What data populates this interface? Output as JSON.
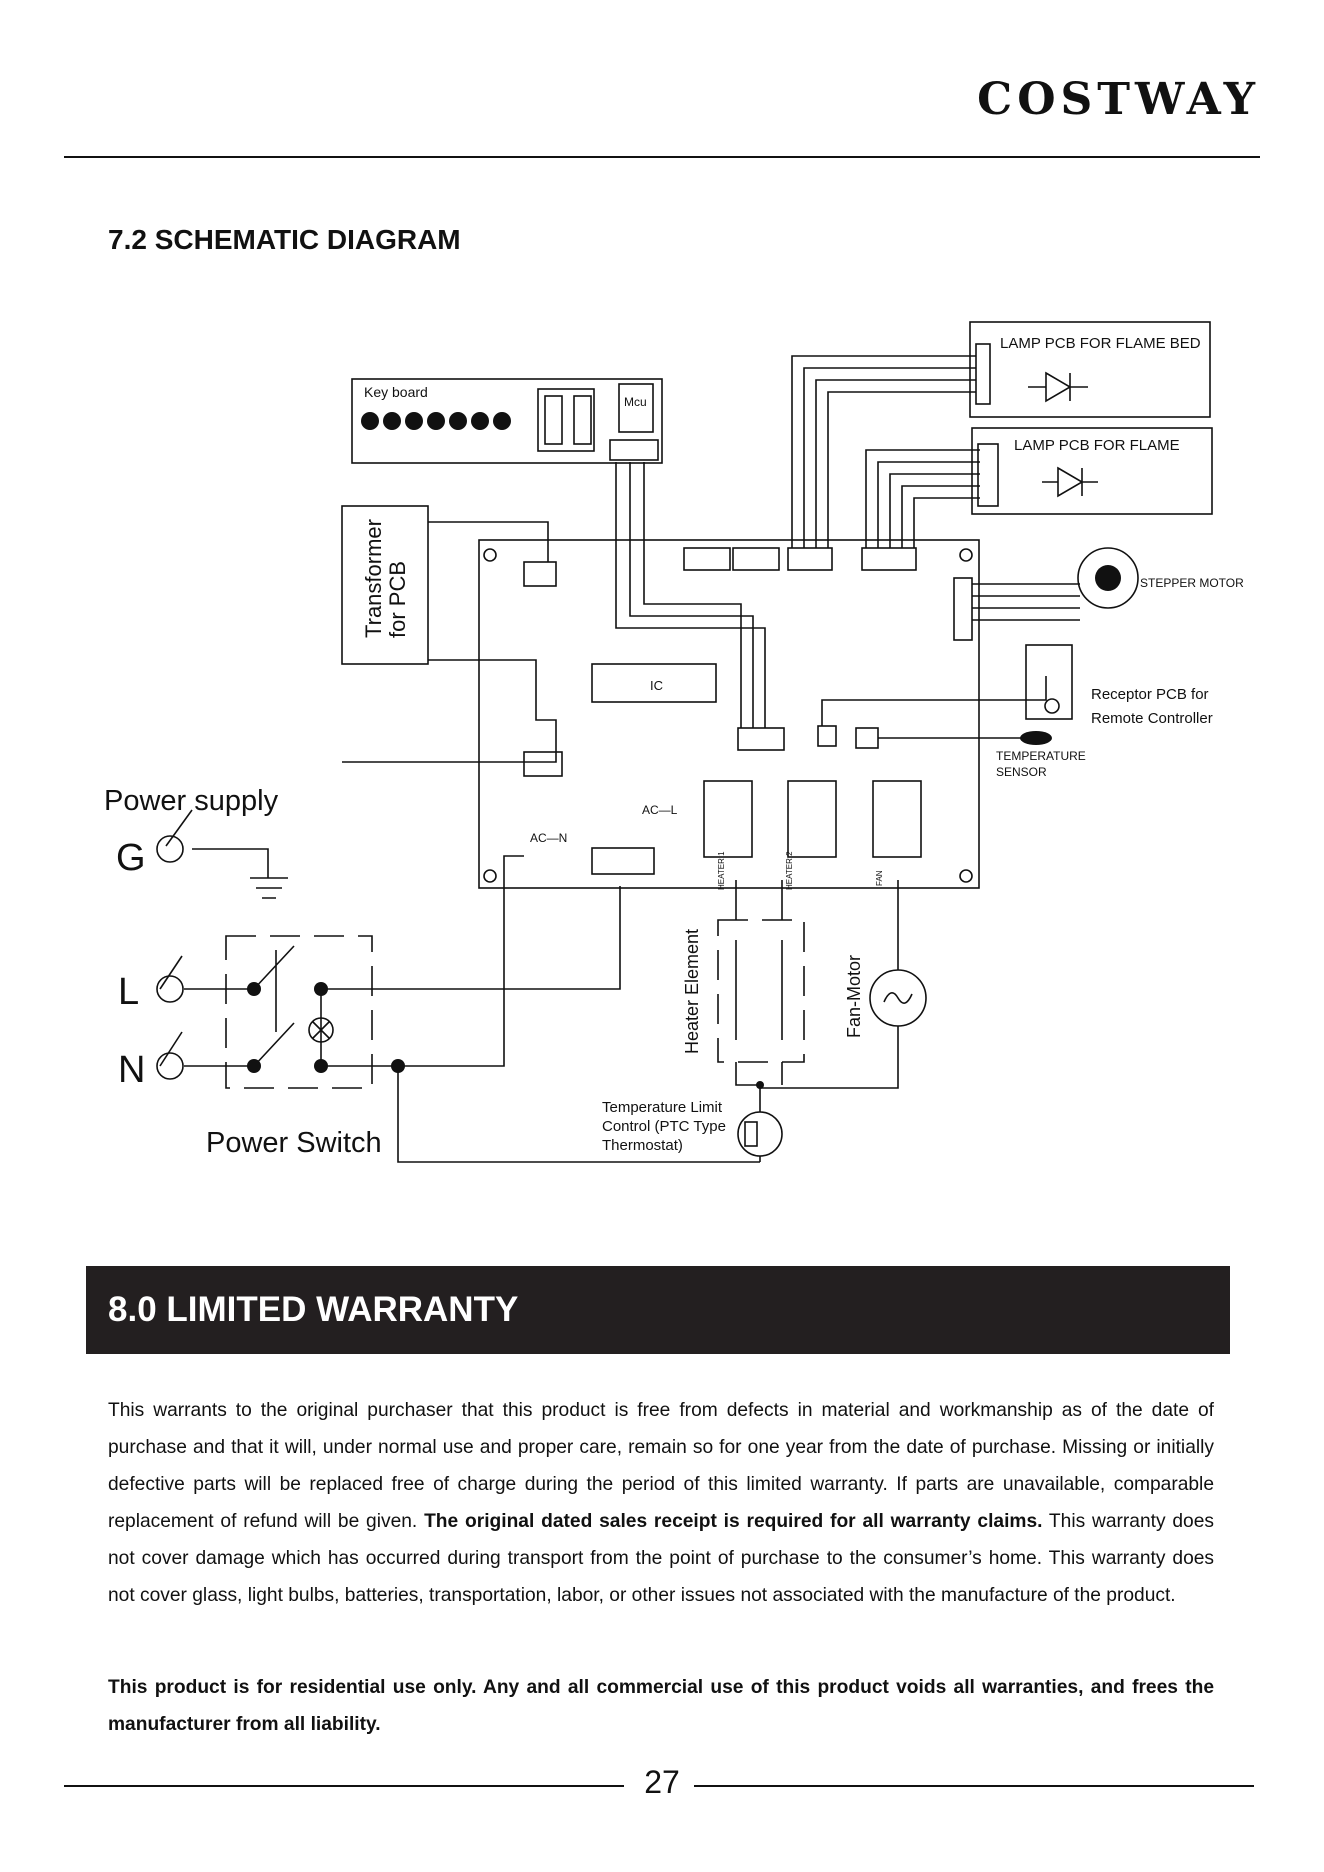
{
  "header": {
    "brand": "COSTWAY"
  },
  "schematic": {
    "heading": "7.2 SCHEMATIC DIAGRAM",
    "labels": {
      "key_board": "Key board",
      "mcu": "Mcu",
      "lamp_flame_bed": "LAMP PCB  FOR FLAME BED",
      "lamp_flame": "LAMP PCB FOR  FLAME",
      "stepper_motor": "STEPPER MOTOR",
      "transformer_line1": "Transformer",
      "transformer_line2": "for PCB",
      "ic": "IC",
      "receptor_line1": "Receptor PCB for",
      "receptor_line2": "Remote Controller",
      "temp_sensor_line1": "TEMPERATURE",
      "temp_sensor_line2": "SENSOR",
      "power_supply": "Power supply",
      "g": "G",
      "l": "L",
      "n": "N",
      "ac_n": "AC—N",
      "ac_l": "AC—L",
      "heater_1": "HEATER 1",
      "heater_2": "HEATER 2",
      "fan": "FAN",
      "heater_element": "Heater Element",
      "fan_motor": "Fan-Motor",
      "power_switch": "Power Switch",
      "temp_limit_line1": "Temperature Limit",
      "temp_limit_line2": "Control (PTC Type",
      "temp_limit_line3": "Thermostat)"
    }
  },
  "warranty": {
    "heading": "8.0 LIMITED WARRANTY",
    "paragraph_part1": "This warrants to the original purchaser that this product is free from defects in material and workmanship as of the date of purchase and that it will, under normal use and proper care, remain so for one year from the date of purchase. Missing or initially defective parts will be replaced free of charge during the period of this limited warranty. If parts are unavailable, comparable replacement of refund will be given. ",
    "paragraph_bold": "The original dated sales receipt is required for all warranty claims.",
    "paragraph_part2": " This warranty does not cover damage which has occurred during transport from the point of purchase to the consumer’s home. This warranty does not cover glass, light bulbs, batteries, transportation, labor, or other issues not associated with the manufacture of the product.",
    "note": "This product is for residential use only. Any and all commercial use of this product voids all warranties, and frees the manufacturer from all liability."
  },
  "footer": {
    "page_number": "27"
  }
}
